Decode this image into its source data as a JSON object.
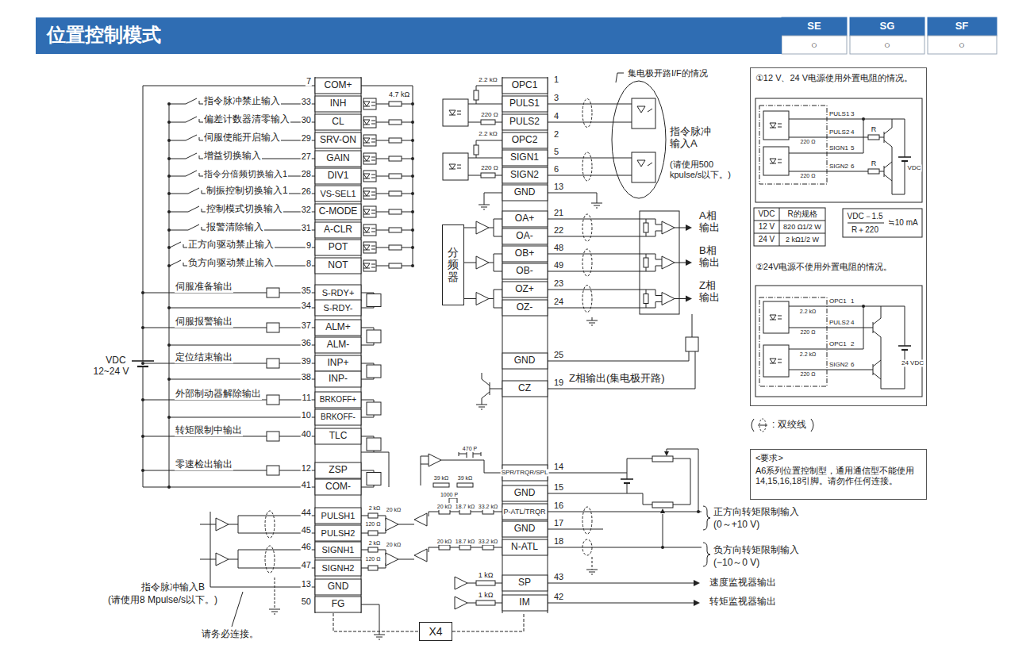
{
  "diagram": {
    "nodes": [
      {
        "text": [
          "位置控制模式"
        ]
      },
      {
        "text": [
          "①12 V、24 V电源使用外置电阻的情况。",
          "②24V电源不使用外置电阻的情况。"
        ]
      },
      {
        "text": [
          "分频器"
        ]
      },
      {
        "text": [
          "<要求>",
          "A6系列位置控制型，通用通信型不能使用 14,15,16,18引脚。请勿作任何连接。"
        ]
      },
      {
        "text": [
          "X4"
        ]
      }
    ],
    "labels": [
      "SE",
      "SG",
      "SF",
      "○",
      "○",
      "○",
      "7",
      "COM+",
      "指令脉冲禁止输入",
      "33",
      "INH",
      "偏差计数器清零输入",
      "30",
      "CL",
      "伺服使能开启输入",
      "29",
      "SRV-ON",
      "增益切换输入",
      "27",
      "GAIN",
      "指令分倍频切换输入1",
      "28",
      "DIV1",
      "制振控制切换输入1",
      "26",
      "VS-SEL1",
      "控制模式切换输入",
      "32",
      "C-MODE",
      "报警清除输入",
      "31",
      "A-CLR",
      "正方向驱动禁止输入",
      "9",
      "POT",
      "负方向驱动禁止输入",
      "8",
      "NOT",
      "伺服准备输出",
      "35",
      "S-RDY+",
      "34",
      "S-RDY-",
      "伺服报警输出",
      "37",
      "ALM+",
      "36",
      "ALM-",
      "定位结束输出",
      "39",
      "INP+",
      "38",
      "INP-",
      "外部制动器解除输出",
      "11",
      "BRKOFF+",
      "10",
      "BRKOFF-",
      "转矩限制中输出",
      "40",
      "TLC",
      "零速检出输出",
      "12",
      "ZSP",
      "41",
      "COM-",
      "VDC",
      "12~24 V",
      "44",
      "PULSH1",
      "45",
      "PULSH2",
      "46",
      "SIGNH1",
      "47",
      "SIGNH2",
      "13",
      "GND",
      "50",
      "FG",
      "指令脉冲输入B",
      "(请使用8 Mpulse/s以下。)",
      "请务必连接。",
      "4.7 kΩ",
      "OPC1",
      "1",
      "PULS1",
      "3",
      "PULS2",
      "4",
      "OPC2",
      "2",
      "SIGN1",
      "5",
      "SIGN2",
      "6",
      "GND",
      "13",
      "OA+",
      "21",
      "OA-",
      "22",
      "OB+",
      "48",
      "OB-",
      "49",
      "OZ+",
      "23",
      "OZ-",
      "24",
      "GND",
      "25",
      "CZ",
      "19",
      "SPR/TRQR/SPL",
      "14",
      "GND",
      "15",
      "P-ATL/TRQR",
      "16",
      "GND",
      "17",
      "N-ATL",
      "18",
      "SP",
      "43",
      "IM",
      "42",
      "2.2 kΩ",
      "220 Ω",
      "2.2 kΩ",
      "220 Ω",
      "集电极开路I/F的情况",
      "指令脉冲 输入A",
      "(请使用500 kpulse/s以下。)",
      "A相 输出",
      "B相 输出",
      "Z相 输出",
      "Z相输出(集电极开路)",
      "正方向转矩限制输入",
      "(0～+10 V)",
      "负方向转矩限制输入",
      "(−10～0 V)",
      "速度监视器输出",
      "转矩监视器输出",
      "1 kΩ",
      "1 kΩ",
      "470 P",
      "39 kΩ",
      "39 kΩ",
      "1000 P",
      "2 kΩ",
      "20 kΩ",
      "120 Ω",
      "2 kΩ",
      "20 kΩ",
      "120 Ω",
      "20 kΩ",
      "18.7 kΩ",
      "33.2 kΩ",
      "20 kΩ",
      "18.7 kΩ",
      "33.2 kΩ",
      "PULS1",
      "3",
      "PULS2",
      "4",
      "SIGN1",
      "5",
      "SIGN2",
      "6",
      "220 Ω",
      "220 Ω",
      "R",
      "R",
      "VDC",
      "VDC",
      "R的规格",
      "12 V",
      "820 Ω1/2 W",
      "24 V",
      "2 kΩ1/2 W",
      "VDC－1.5",
      "R＋220",
      "≒10 mA",
      "OPC1",
      "1",
      "2.2 kΩ",
      "PULS2",
      "4",
      "220 Ω",
      "OPC1",
      "2",
      "2.2 kΩ",
      "SIGN2",
      "6",
      "220 Ω",
      "24 VDC"
    ],
    "legend": [
      {
        "text": ": 双绞线"
      }
    ]
  }
}
